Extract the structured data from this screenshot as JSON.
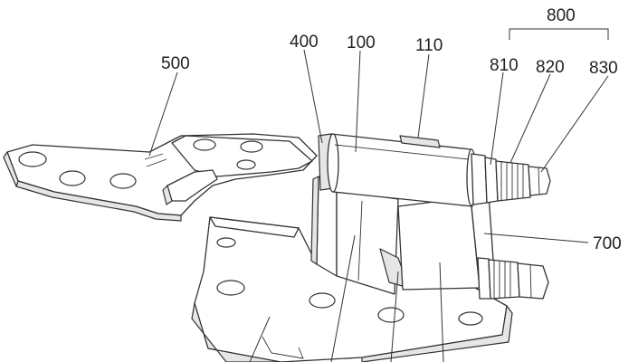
{
  "callouts": {
    "label_500": "500",
    "label_400": "400",
    "label_100": "100",
    "label_110": "110",
    "label_800": "800",
    "label_810": "810",
    "label_820": "820",
    "label_830": "830",
    "label_700": "700"
  },
  "colors": {
    "line": "#333333",
    "background": "#ffffff",
    "shade": "#e6e6e6"
  }
}
